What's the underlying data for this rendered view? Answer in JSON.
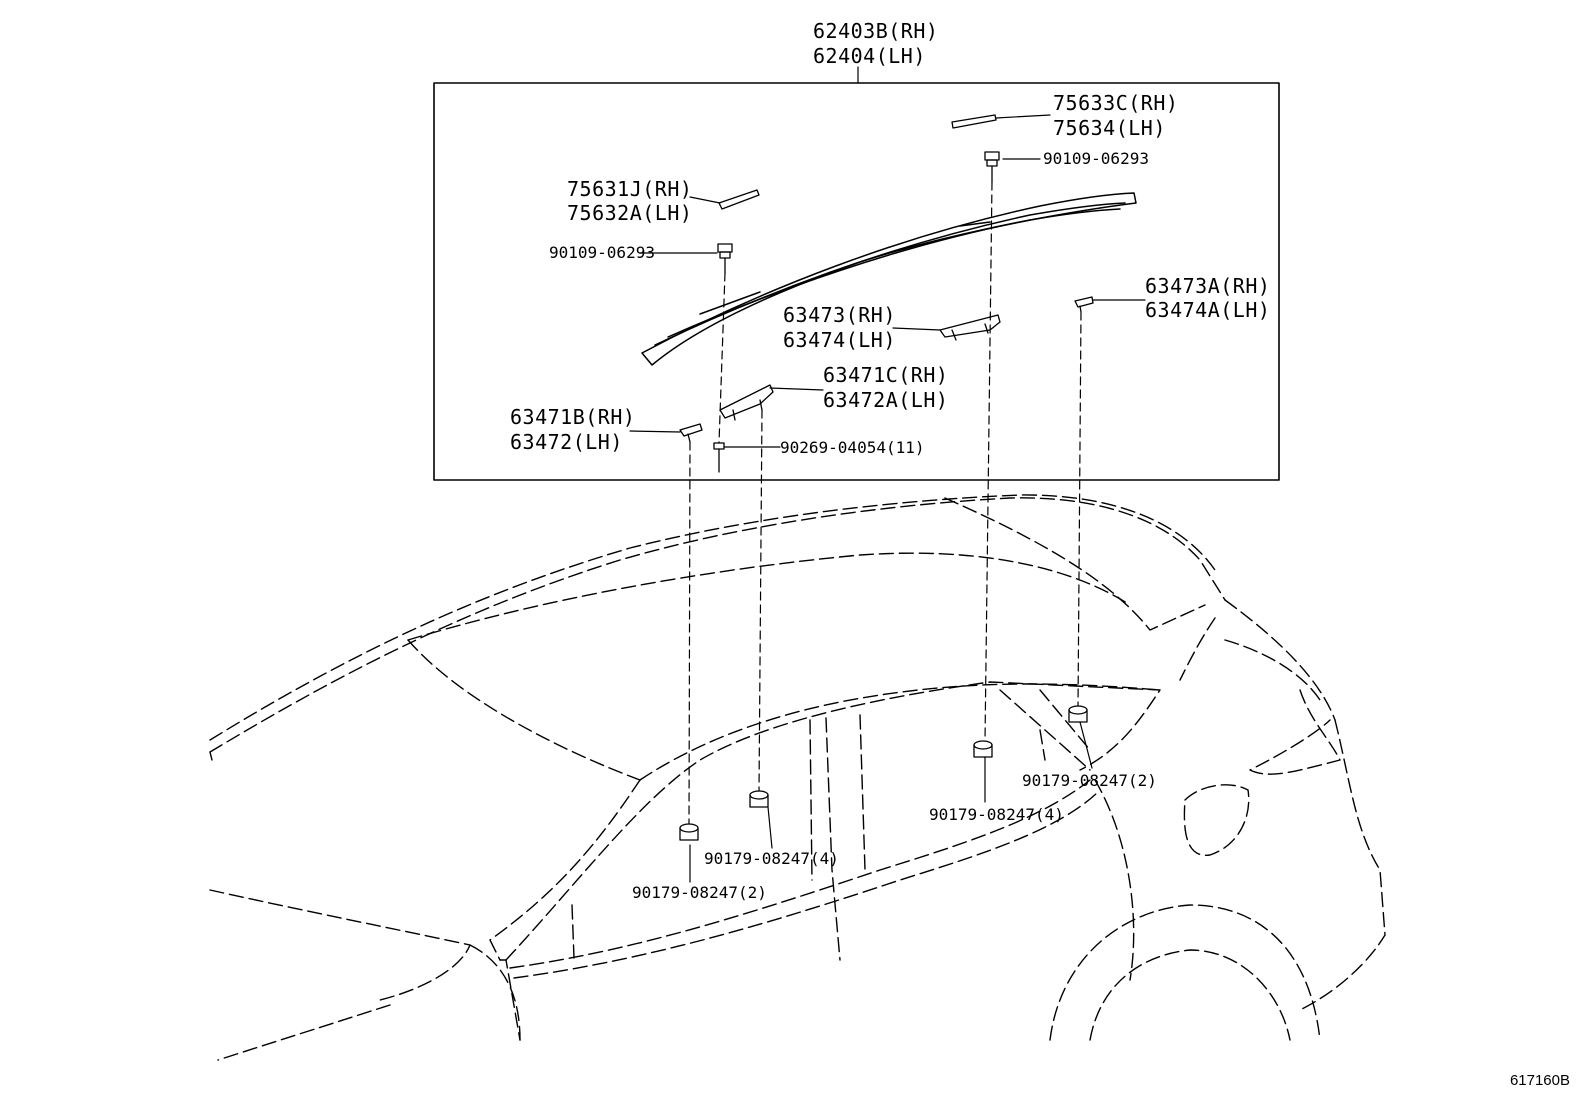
{
  "labels": {
    "assembly_rh": "62403B(RH)",
    "assembly_lh": "62404(LH)",
    "cover_rear_rh": "75633C(RH)",
    "cover_rear_lh": "75634(LH)",
    "bolt_rear": "90109-06293",
    "cover_front_rh": "75631J(RH)",
    "cover_front_lh": "75632A(LH)",
    "bolt_front": "90109-06293",
    "bracket_rear_end_rh": "63473A(RH)",
    "bracket_rear_end_lh": "63474A(LH)",
    "bracket_rear_rh": "63473(RH)",
    "bracket_rear_lh": "63474(LH)",
    "bracket_center_rh": "63471C(RH)",
    "bracket_center_lh": "63472A(LH)",
    "bracket_front_rh": "63471B(RH)",
    "bracket_front_lh": "63472(LH)",
    "clip": "90269-04054(11)",
    "nut_rear_end": "90179-08247(2)",
    "nut_rear": "90179-08247(4)",
    "nut_center": "90179-08247(4)",
    "nut_front": "90179-08247(2)"
  },
  "diagram_code": "617160B"
}
